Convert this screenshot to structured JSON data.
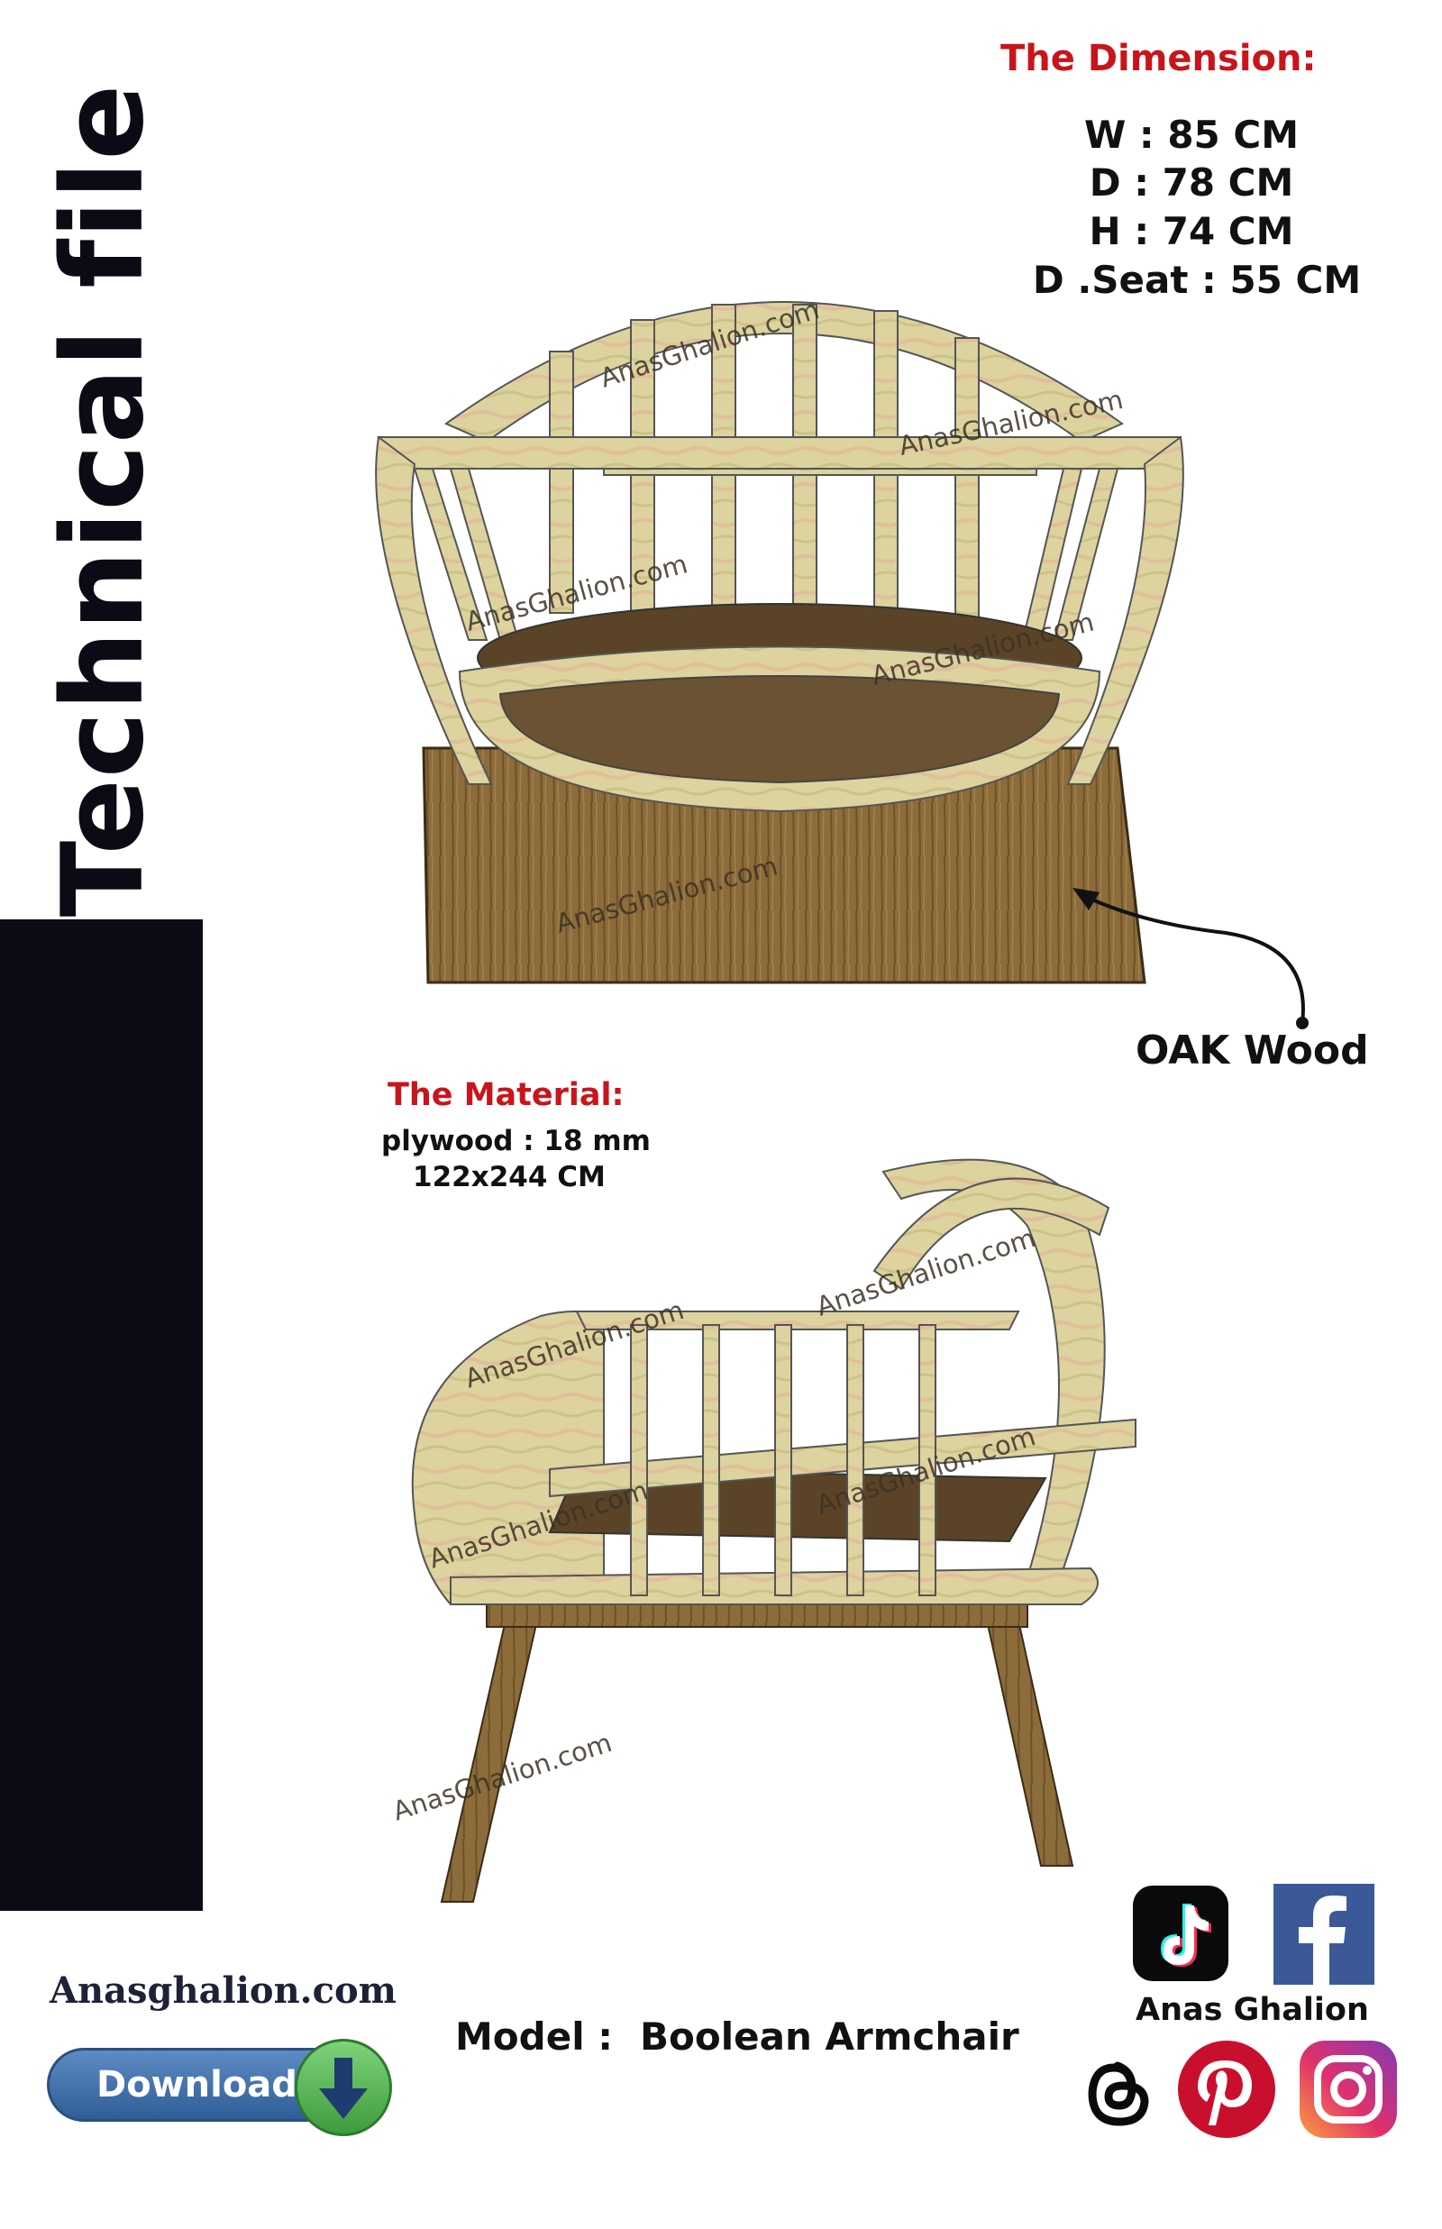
{
  "title": "Technical file",
  "dimension": {
    "heading": "The Dimension:",
    "lines": [
      "W : 85 CM",
      "D : 78 CM",
      "H : 74 CM",
      "D .Seat : 55 CM"
    ]
  },
  "material": {
    "heading": "The Material:",
    "plywood": "plywood : 18 mm",
    "sheet_size": "122x244  CM"
  },
  "oak_label": "OAK  Wood",
  "watermark": "AnasGhalion.com",
  "site_name": "Anasghalion.com",
  "download_label": "Download",
  "model": {
    "label": "Model :",
    "name": "Boolean Armchair"
  },
  "brand_name": "Anas Ghalion",
  "social_icons": [
    "tiktok-icon",
    "facebook-icon",
    "threads-icon",
    "pinterest-icon",
    "instagram-icon"
  ],
  "colors": {
    "heading_red": "#c8151b",
    "dark_bar": "#0e0b17",
    "plywood": "#d9cf9a",
    "oak": "#8a6a38",
    "seat": "#5a4326",
    "facebook": "#3b5998",
    "pinterest": "#c8102e"
  }
}
